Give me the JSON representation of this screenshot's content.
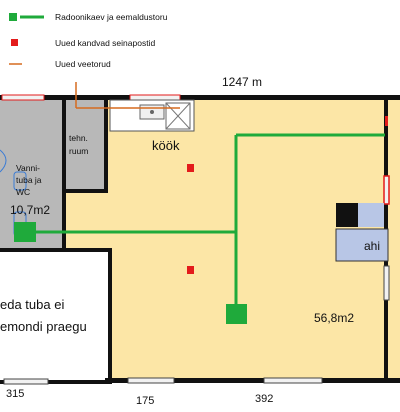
{
  "legend": {
    "items": [
      {
        "icon": "green-line-square",
        "label": "Radoonikaev ja eemaldustoru"
      },
      {
        "icon": "red-square",
        "label": "Uued kandvad seinapostid"
      },
      {
        "icon": "orange-line",
        "label": "Uued veetorud"
      }
    ]
  },
  "colors": {
    "floor": "#fce6a6",
    "bathroom": "#b8b8b8",
    "radon": "#1faa3b",
    "post": "#e31b1b",
    "pipe": "#d66a1f",
    "fireplace": "#b8c6e6",
    "window": "#f2f2f2",
    "wall": "#111111"
  },
  "labels": {
    "top_dimension": "1247 m",
    "tech_room": [
      "tehn.",
      "ruum"
    ],
    "kitchen": "köök",
    "bath": [
      "Vanni-",
      "tuba ja",
      "WC"
    ],
    "bath_area": "10,7m2",
    "fireplace": "ahi",
    "main_area": "56,8m2",
    "unrenovated": [
      "eda tuba ei",
      "emondi praegu"
    ],
    "dim_315": "315",
    "dim_175": "175",
    "dim_392": "392"
  }
}
